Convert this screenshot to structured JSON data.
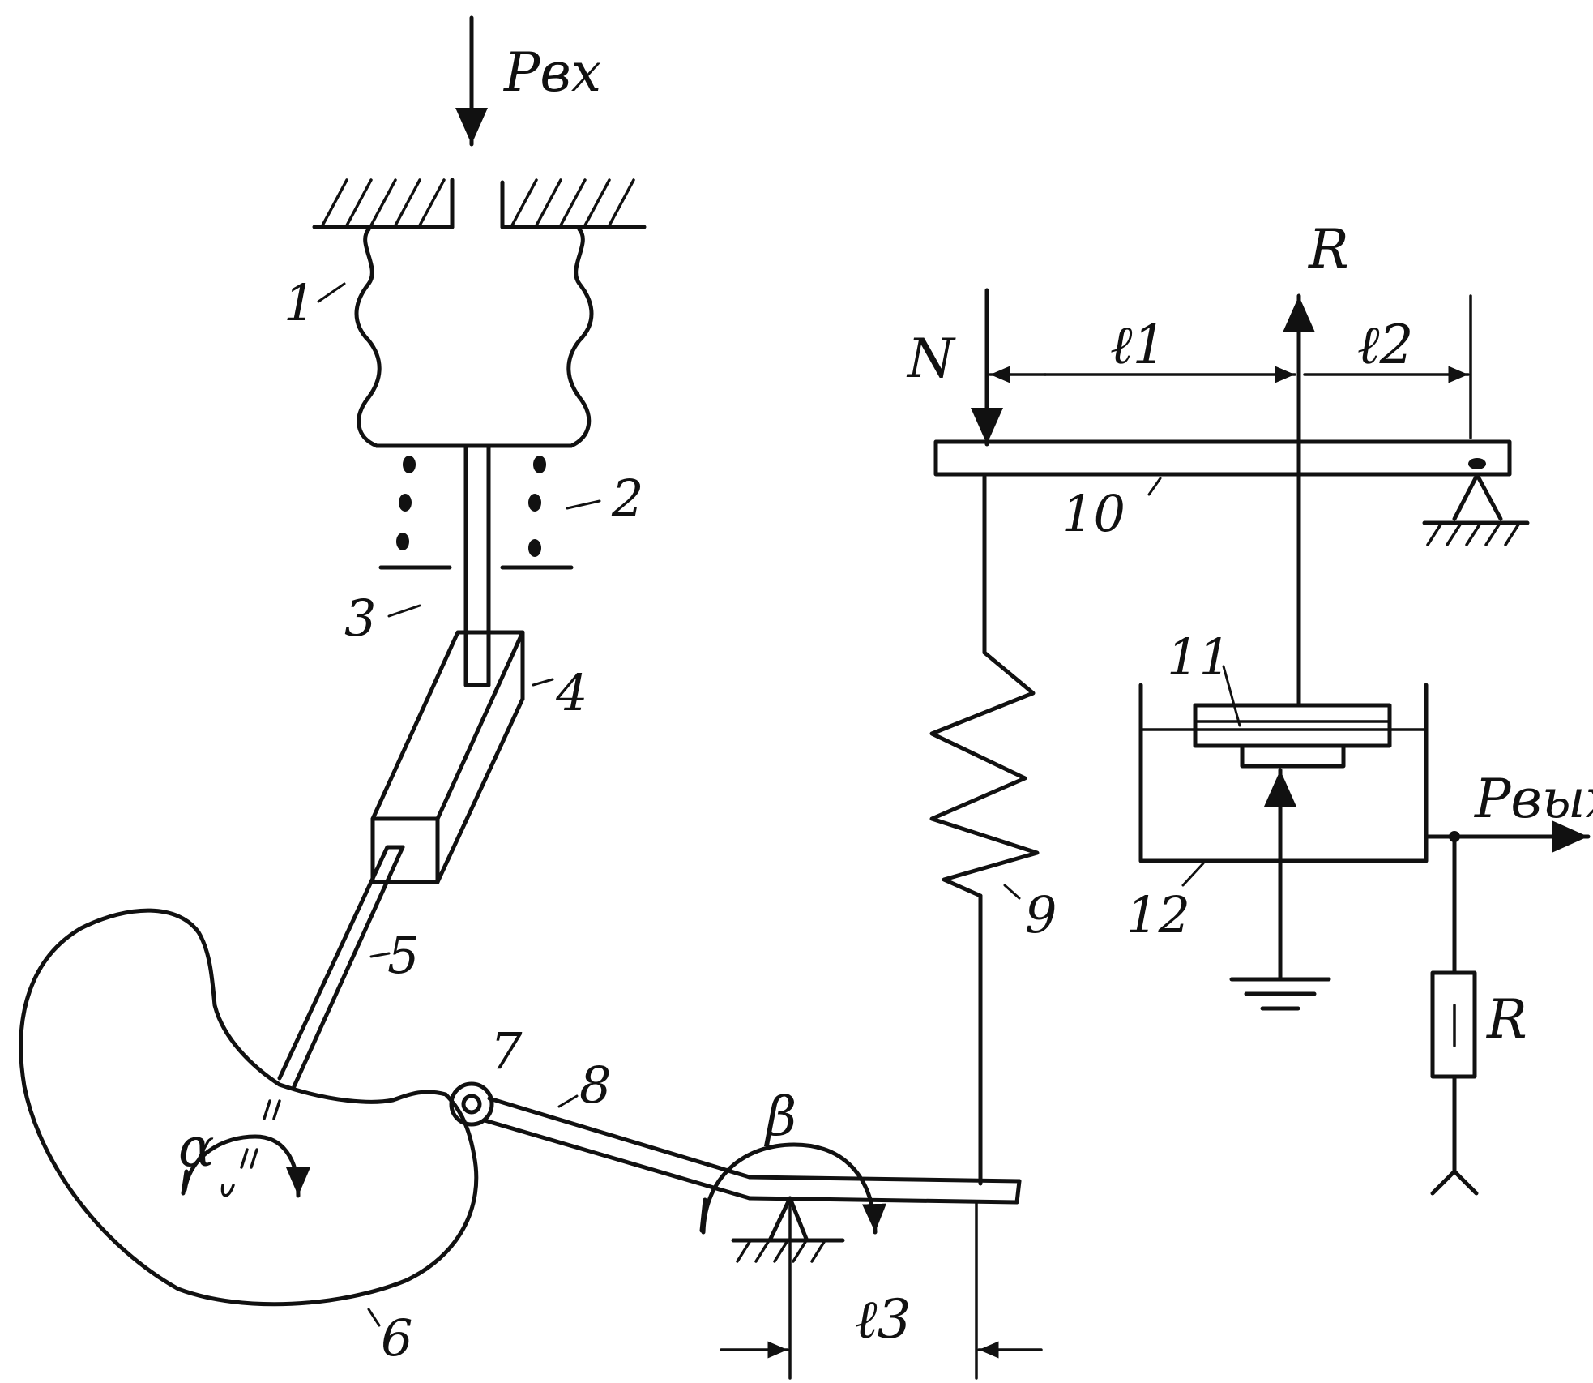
{
  "labels": {
    "p_in": "Pвх",
    "p_out": "Pвых",
    "force_r": "R",
    "force_n": "N",
    "l1": "ℓ1",
    "l2": "ℓ2",
    "l3": "ℓ3",
    "alpha": "α",
    "beta": "β",
    "resistor": "R"
  },
  "parts": {
    "p1": "1",
    "p2": "2",
    "p3": "3",
    "p4": "4",
    "p5": "5",
    "p6": "6",
    "p7": "7",
    "p8": "8",
    "p9": "9",
    "p10": "10",
    "p11": "11",
    "p12": "12"
  }
}
